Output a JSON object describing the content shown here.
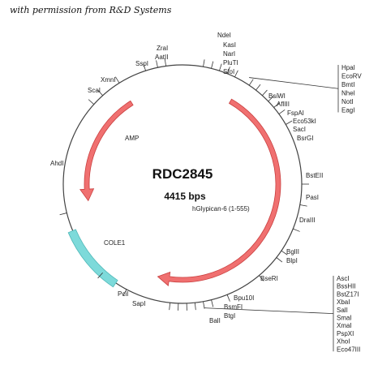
{
  "caption": "with permission from R&D Systems",
  "plasmid": {
    "name": "RDC2845",
    "length": "4415 bps"
  },
  "colors": {
    "amp": "#f07070",
    "insert": "#f07070",
    "cole1": "#7ddada",
    "ring": "#444444"
  },
  "features": {
    "amp": "AMP",
    "insert": "hGlypican-6 (1-555)",
    "cole1": "COLE1"
  },
  "sites": {
    "zral": "ZraI",
    "aatii": "AatII",
    "sspi": "SspI",
    "xmni": "XmnI",
    "scai": "ScaI",
    "ndei": "NdeI",
    "kasi": "KasI",
    "nari": "NarI",
    "plutI": "PluTI",
    "sfoi": "SfoI",
    "bsiwi": "BsiWI",
    "afliii": "AflIII",
    "fspai": "FspAI",
    "eco53ki": "Eco53kI",
    "saci": "SacI",
    "bsrgi": "BsrGI",
    "bsteii": "BstEII",
    "pasi": "PasI",
    "draiii": "DraIII",
    "bglii": "BglII",
    "blpi": "BlpI",
    "bseri": "BseRI",
    "ahdi": "AhdI",
    "pcii": "PciI",
    "sapi": "SapI",
    "bpu10i": "Bpu10I",
    "bsmfi": "BsmFI",
    "btgi": "BtgI",
    "bali": "BalI"
  },
  "site_group_top": [
    "HpaI",
    "EcoRV",
    "BmtI",
    "NheI",
    "NotI",
    "EagI"
  ],
  "site_group_bottom": [
    "AscI",
    "BssHII",
    "BstZ17I",
    "XbaI",
    "SalI",
    "SmaI",
    "XmaI",
    "PspXI",
    "XhoI",
    "Eco47III"
  ]
}
